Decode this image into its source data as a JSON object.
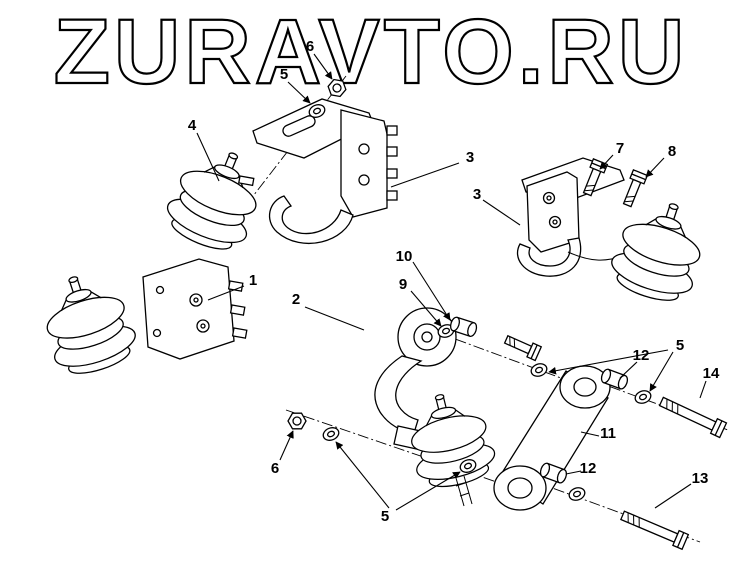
{
  "watermark": {
    "text": "ZURAVTO.RU"
  },
  "colors": {
    "line": "#000000",
    "background": "#ffffff"
  },
  "diagram": {
    "type": "exploded-parts-diagram",
    "callouts": [
      {
        "label": "6"
      },
      {
        "label": "5"
      },
      {
        "label": "4"
      },
      {
        "label": "3"
      },
      {
        "label": "7"
      },
      {
        "label": "8"
      },
      {
        "label": "3"
      },
      {
        "label": "10"
      },
      {
        "label": "9"
      },
      {
        "label": "1"
      },
      {
        "label": "2"
      },
      {
        "label": "5"
      },
      {
        "label": "12"
      },
      {
        "label": "14"
      },
      {
        "label": "11"
      },
      {
        "label": "12"
      },
      {
        "label": "13"
      },
      {
        "label": "6"
      },
      {
        "label": "5"
      }
    ]
  }
}
